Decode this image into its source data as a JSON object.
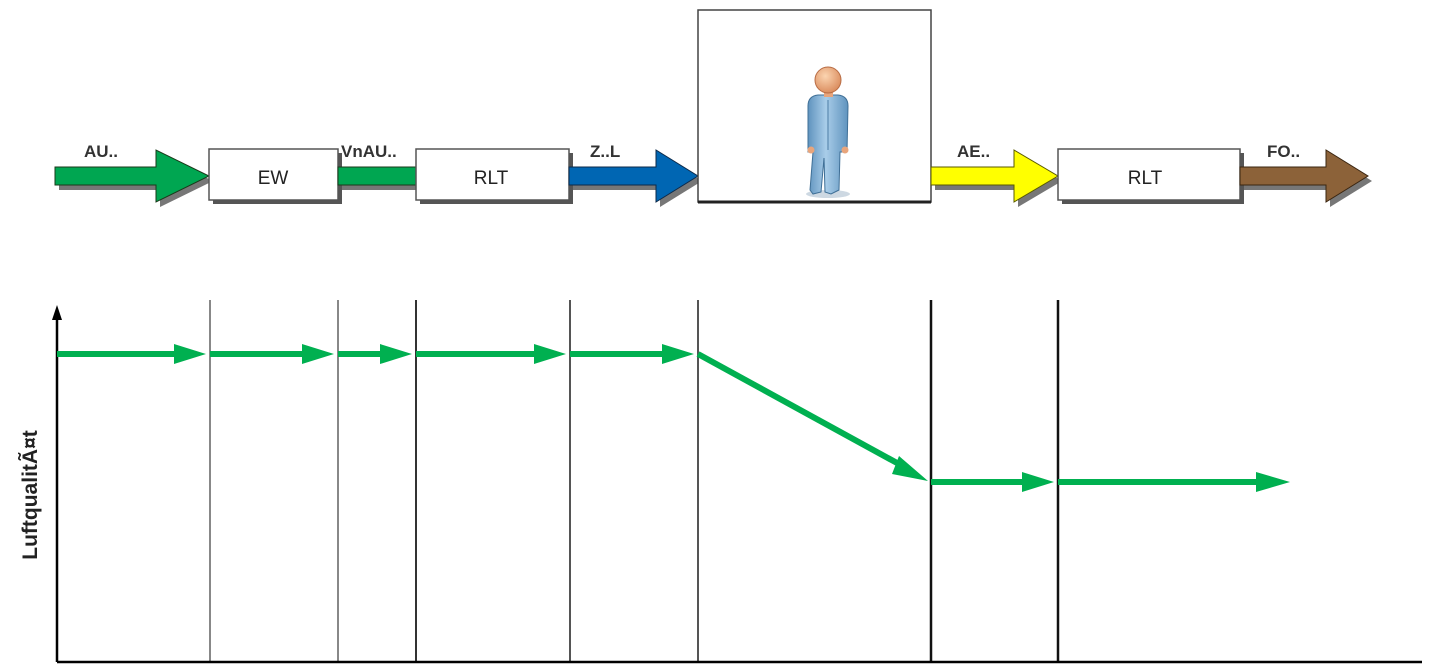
{
  "flow": {
    "labels": {
      "au": "AU..",
      "vnau": "VnAU..",
      "zl": "Z..L",
      "ae": "AE..",
      "fo": "FO.."
    },
    "colors": {
      "au": "#00a651",
      "vnau": "#00a651",
      "zl": "#0066b3",
      "ae": "#ffff00",
      "fo": "#8c6239"
    }
  },
  "components": {
    "ew": "EW",
    "rlt1": "RLT",
    "room_icon": "person-icon",
    "rlt2": "RLT"
  },
  "chart": {
    "ylabel": "LuftqualitÃ¤t",
    "line_color": "#00b050"
  }
}
